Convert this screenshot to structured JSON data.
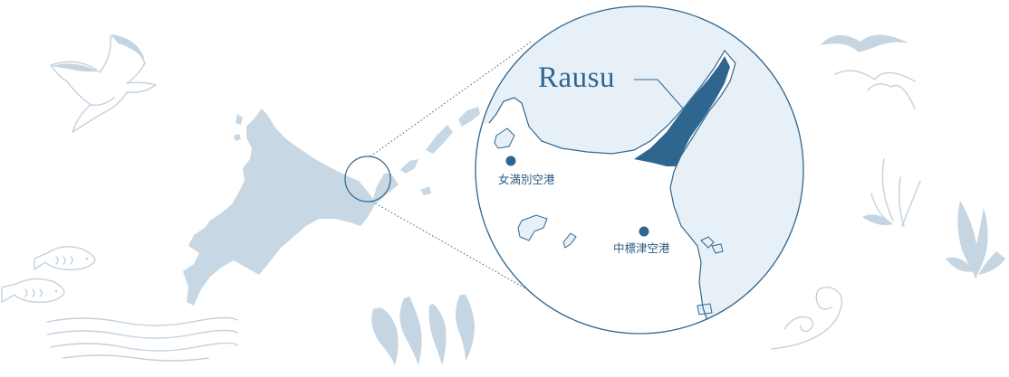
{
  "map": {
    "callout_town": "Rausu",
    "airports": [
      {
        "label": "女満別空港"
      },
      {
        "label": "中標津空港"
      }
    ],
    "colors": {
      "land_mainmap": "#c7d7e4",
      "sea_inset": "#e8f0f7",
      "highlight_region": "#2f6690",
      "outline": "#2f6690",
      "decoration": "#c3d1dd",
      "background": "#ffffff"
    },
    "decorations": [
      "seagull-icon",
      "birds-icon",
      "fish-icon",
      "seaweed-icon",
      "waves-icon",
      "swirl-icon"
    ]
  }
}
